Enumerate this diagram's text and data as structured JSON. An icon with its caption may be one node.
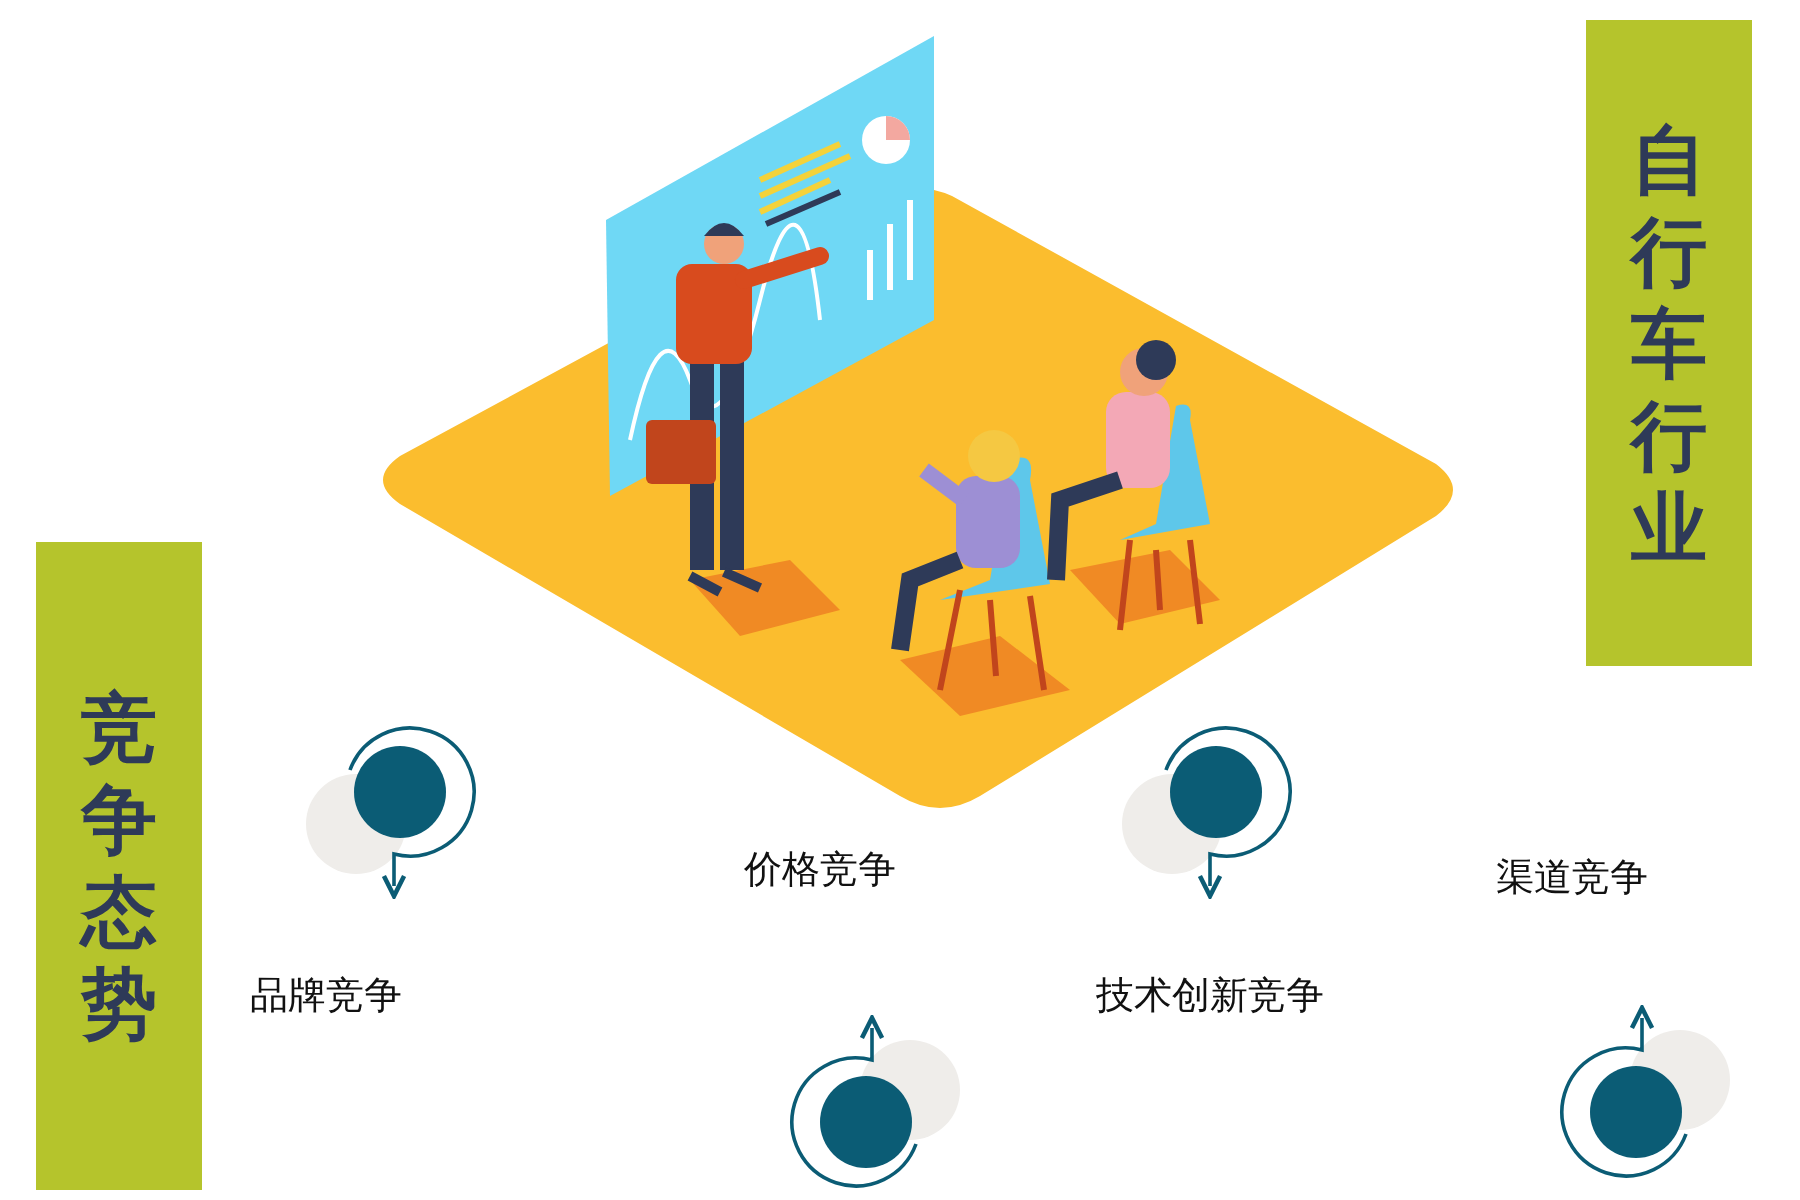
{
  "diagram": {
    "nodes": [
      {
        "text": [
          "自行车行业"
        ]
      },
      {
        "text": [
          "竞争态势"
        ]
      }
    ],
    "labels": [
      "价格竞争",
      "渠道竞争",
      "品牌竞争",
      "技术创新竞争"
    ]
  }
}
